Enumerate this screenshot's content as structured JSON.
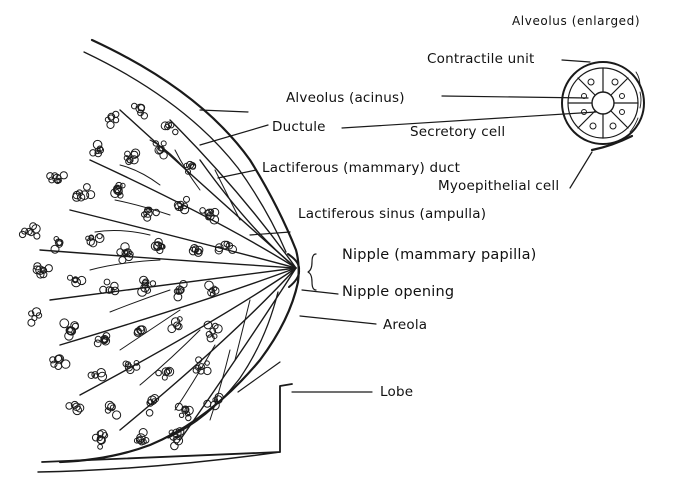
{
  "diagram": {
    "inset_title": "Alveolus (enlarged)",
    "labels": {
      "contractile_unit": "Contractile unit",
      "alveolus_acinus": "Alveolus (acinus)",
      "ductule": "Ductule",
      "secretory_cell": "Secretory cell",
      "lactiferous_duct": "Lactiferous (mammary) duct",
      "myoepithelial_cell": "Myoepithelial cell",
      "lactiferous_sinus": "Lactiferous sinus (ampulla)",
      "nipple": "Nipple (mammary papilla)",
      "nipple_opening": "Nipple opening",
      "areola": "Areola",
      "lobe": "Lobe"
    },
    "colors": {
      "ink": "#1a1a1a",
      "background": "#ffffff"
    }
  }
}
